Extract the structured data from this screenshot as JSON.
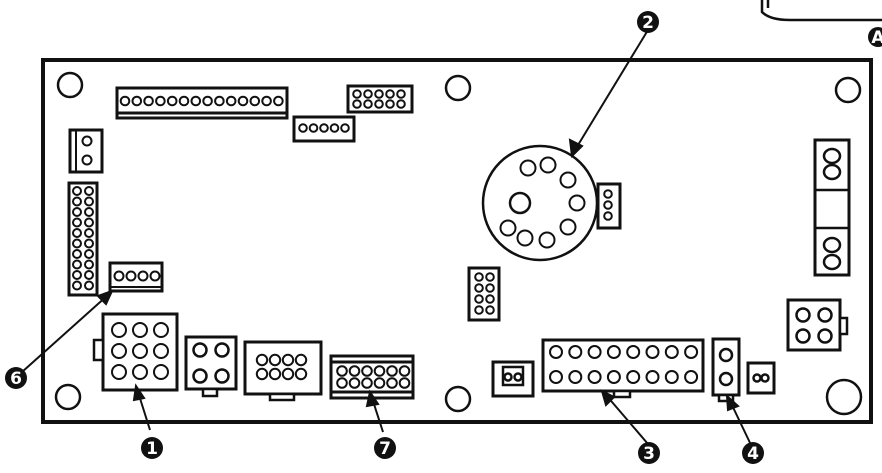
{
  "diagram": {
    "callouts": [
      {
        "id": "c1",
        "label": "1"
      },
      {
        "id": "c2",
        "label": "2"
      },
      {
        "id": "c3",
        "label": "3"
      },
      {
        "id": "c4",
        "label": "4"
      },
      {
        "id": "c6",
        "label": "6"
      },
      {
        "id": "c7",
        "label": "7"
      }
    ],
    "corner_callout": {
      "label": "A"
    }
  }
}
